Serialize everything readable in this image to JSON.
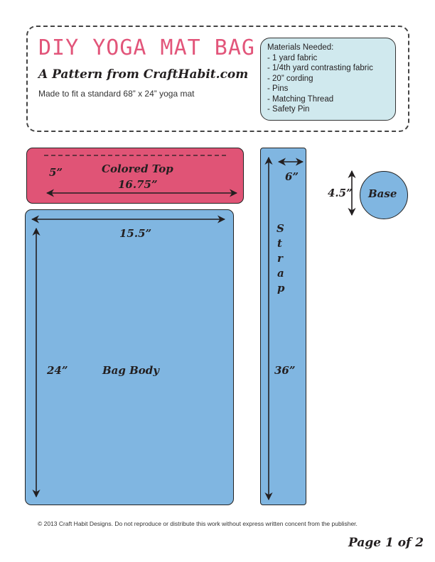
{
  "header": {
    "title": "DIY YOGA MAT BAG",
    "subtitle": "A Pattern from CraftHabit.com",
    "fit_note": "Made to fit a standard 68” x 24” yoga mat"
  },
  "materials": {
    "heading": "Materials Needed:",
    "items": [
      "- 1 yard fabric",
      "- 1/4th  yard contrasting fabric",
      "- 20” cording",
      "- Pins",
      "- Matching Thread",
      "- Safety Pin"
    ]
  },
  "pieces": {
    "colored_top": {
      "name": "Colored Top",
      "height": "5”",
      "width": "16.75”",
      "fill": "#e05476"
    },
    "bag_body": {
      "name": "Bag Body",
      "height": "24”",
      "width": "15.5”",
      "fill": "#80b6e1"
    },
    "strap": {
      "letters": [
        "S",
        "t",
        "r",
        "a",
        "p"
      ],
      "width": "6”",
      "length": "36”",
      "fill": "#80b6e1"
    },
    "base": {
      "name": "Base",
      "diameter": "4.5”",
      "fill": "#80b6e1"
    }
  },
  "footer": {
    "copyright": "© 2013 Craft Habit Designs. Do not reproduce or distribute this work without express written concent from the publisher.",
    "page": "Page 1 of 2"
  },
  "colors": {
    "title_pink": "#e2557a",
    "materials_bg": "#d0e9ee"
  }
}
